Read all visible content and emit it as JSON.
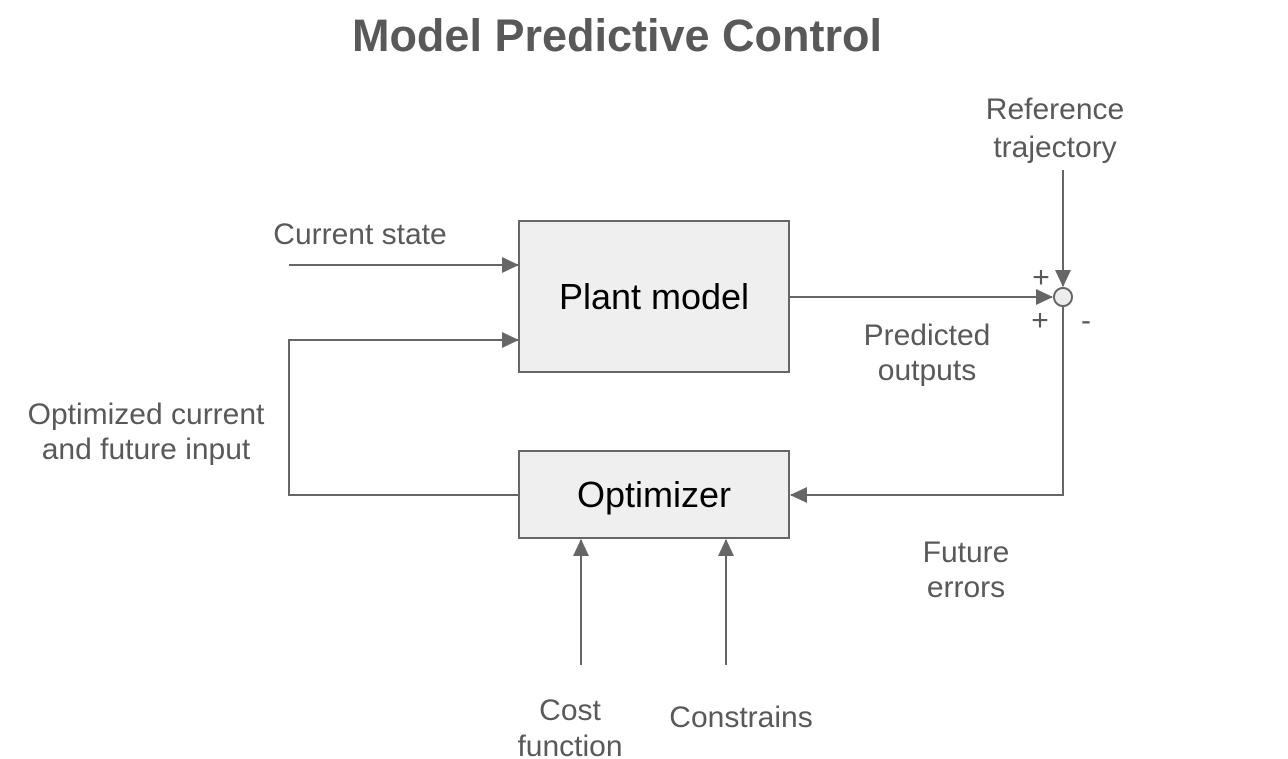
{
  "title": "Model Predictive Control",
  "colors": {
    "title_text": "#595959",
    "label_text": "#595959",
    "line": "#666666",
    "box_fill": "#efefef",
    "box_border": "#666666",
    "box_text": "#000000",
    "junction_fill": "#ededed",
    "background": "#ffffff"
  },
  "blocks": {
    "plant_model": {
      "label": "Plant model"
    },
    "optimizer": {
      "label": "Optimizer"
    }
  },
  "labels": {
    "reference_trajectory": [
      "Reference",
      "trajectory"
    ],
    "current_state": "Current state",
    "optimized_input": [
      "Optimized current",
      "and future input"
    ],
    "predicted_outputs": [
      "Predicted",
      "outputs"
    ],
    "future_errors": [
      "Future",
      "errors"
    ],
    "cost_function": [
      "Cost",
      "function"
    ],
    "constrains": "Constrains"
  },
  "summing_junction": {
    "sign_top_left": "+",
    "sign_bottom_left": "+",
    "sign_right": "-"
  }
}
